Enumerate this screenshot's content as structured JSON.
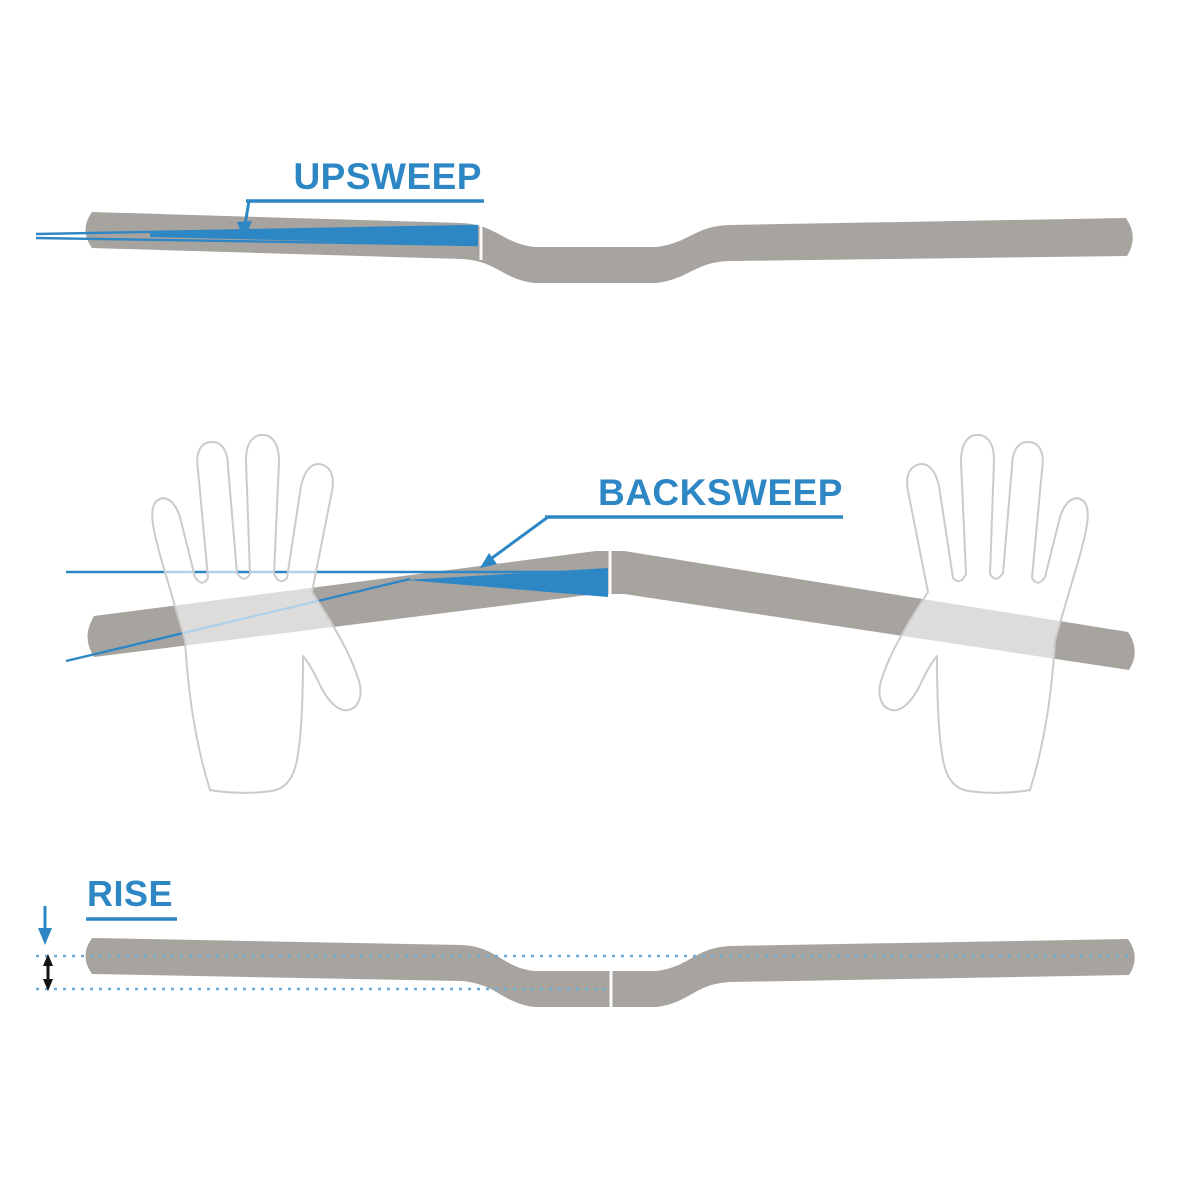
{
  "diagram": {
    "subject": "handlebar-geometry",
    "sections": [
      {
        "id": "upsweep",
        "label": "UPSWEEP"
      },
      {
        "id": "backsweep",
        "label": "BACKSWEEP"
      },
      {
        "id": "rise",
        "label": "RISE"
      }
    ]
  },
  "colors": {
    "accent": "#2e87c5",
    "bar": "#a7a39f",
    "hand": "#cbcbcb",
    "dotted": "#6cacd8",
    "ink": "#121212",
    "background": "#ffffff"
  }
}
